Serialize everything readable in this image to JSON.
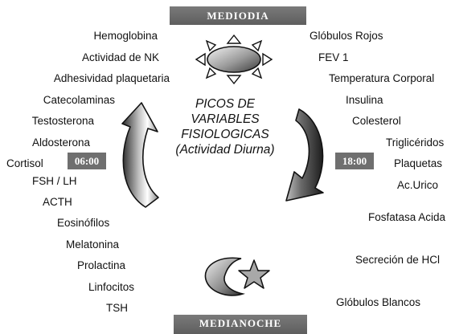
{
  "header": {
    "top": "MEDIODIA",
    "bottom": "MEDIANOCHE"
  },
  "times": {
    "morning": "06:00",
    "evening": "18:00"
  },
  "title": {
    "line1": "PICOS DE",
    "line2": "VARIABLES",
    "line3": "FISIOLOGICAS",
    "line4": "(Actividad Diurna)"
  },
  "left_labels": [
    "Hemoglobina",
    "Actividad de NK",
    "Adhesividad plaquetaria",
    "Catecolaminas",
    "Testosterona",
    "Aldosterona",
    "Cortisol",
    "FSH  /  LH",
    "ACTH",
    "Eosinófilos",
    "Melatonina",
    "Prolactina",
    "Linfocitos",
    "TSH"
  ],
  "right_labels": [
    "Glóbulos Rojos",
    "FEV 1",
    "Temperatura Corporal",
    "Insulina",
    "Colesterol",
    "Triglicéridos",
    "Plaquetas",
    "Ac.Urico",
    "Fosfatasa Acida",
    "Secreción de HCl",
    "Glóbulos Blancos"
  ],
  "icons": [
    "sun-icon",
    "moon-icon",
    "star-icon",
    "curved-arrow-up-icon",
    "curved-arrow-down-icon"
  ]
}
